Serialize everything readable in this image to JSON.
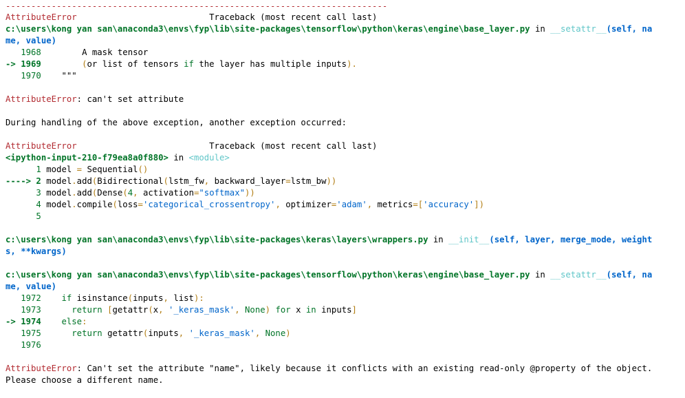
{
  "traceback_output": {
    "separator": "---------------------------------------------------------------------------",
    "block1": {
      "error_name": "AttributeError",
      "traceback_header": "                          Traceback (most recent call last)",
      "file_path": "c:\\users\\kong yan san\\anaconda3\\envs\\fyp\\lib\\site-packages\\tensorflow\\python\\keras\\engine\\base_layer.py",
      "in_word": " in ",
      "function": "__setattr__",
      "args_part1": "(self, na",
      "args_part2": "me, value)",
      "lines": [
        {
          "marker": "   ",
          "num": "1968",
          "code": "        A mask tensor"
        },
        {
          "marker": "-> ",
          "num": "1969",
          "code": "        (or list of tensors if the layer has multiple inputs)."
        },
        {
          "marker": "   ",
          "num": "1970",
          "code": "    \"\"\""
        }
      ]
    },
    "error1": {
      "name": "AttributeError",
      "message": ": can't set attribute"
    },
    "handling_message": "During handling of the above exception, another exception occurred:",
    "block2": {
      "error_name": "AttributeError",
      "traceback_header": "                          Traceback (most recent call last)",
      "source": "<ipython-input-210-f79ea8a0f880>",
      "in_word": " in ",
      "module": "<module>",
      "lines": [
        {
          "marker": "      ",
          "num": "1",
          "code": "model = Sequential()"
        },
        {
          "marker": "----> ",
          "num": "2",
          "code": "model.add(Bidirectional(lstm_fw, backward_layer=lstm_bw))"
        },
        {
          "marker": "      ",
          "num": "3",
          "code": "model.add(Dense(4, activation=\"softmax\"))"
        },
        {
          "marker": "      ",
          "num": "4",
          "code": "model.compile(loss='categorical_crossentropy', optimizer='adam', metrics=['accuracy'])"
        },
        {
          "marker": "      ",
          "num": "5",
          "code": ""
        }
      ]
    },
    "block3": {
      "file_path": "c:\\users\\kong yan san\\anaconda3\\envs\\fyp\\lib\\site-packages\\keras\\layers\\wrappers.py",
      "in_word": " in ",
      "function": "__init__",
      "args_part1": "(self, layer, merge_mode, weight",
      "args_part2": "s, **kwargs)"
    },
    "block4": {
      "file_path": "c:\\users\\kong yan san\\anaconda3\\envs\\fyp\\lib\\site-packages\\tensorflow\\python\\keras\\engine\\base_layer.py",
      "in_word": " in ",
      "function": "__setattr__",
      "args_part1": "(self, na",
      "args_part2": "me, value)",
      "lines": [
        {
          "marker": "   ",
          "num": "1972",
          "code": "    if isinstance(inputs, list):"
        },
        {
          "marker": "   ",
          "num": "1973",
          "code": "      return [getattr(x, '_keras_mask', None) for x in inputs]"
        },
        {
          "marker": "-> ",
          "num": "1974",
          "code": "    else:"
        },
        {
          "marker": "   ",
          "num": "1975",
          "code": "      return getattr(inputs, '_keras_mask', None)"
        },
        {
          "marker": "   ",
          "num": "1976",
          "code": ""
        }
      ]
    },
    "final_error": {
      "name": "AttributeError",
      "message_line1": ": Can't set the attribute \"name\", likely because it conflicts with an existing read-only @property of the object.",
      "message_line2": "Please choose a different name."
    }
  },
  "colors": {
    "error_red": "#b22b31",
    "path_green": "#007427",
    "args_blue": "#0065ca",
    "func_cyan": "#60c6c8",
    "paren_gold": "#b27d12"
  }
}
